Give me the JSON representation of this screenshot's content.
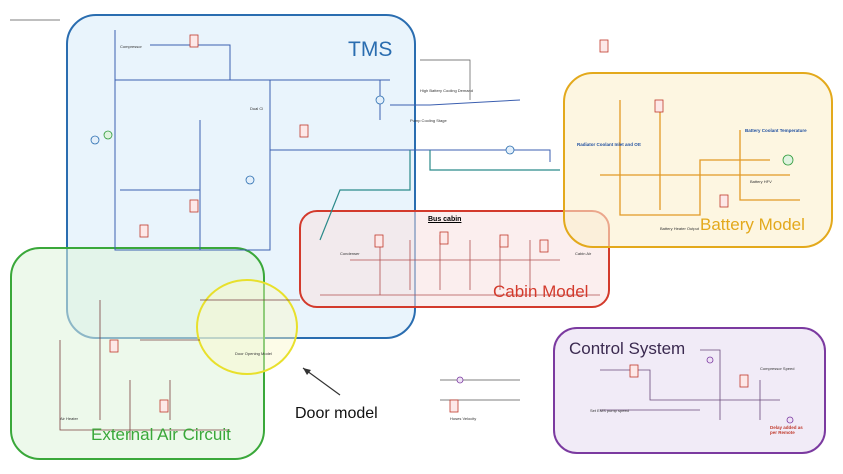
{
  "regions": {
    "tms": {
      "label": "TMS",
      "color": "#2a6db0"
    },
    "battery": {
      "label": "Battery Model",
      "color": "#e3a91c"
    },
    "cabin": {
      "label": "Cabin Model",
      "color": "#d33a2c",
      "sublabel": "Bus cabin"
    },
    "external_air": {
      "label": "External Air Circuit",
      "color": "#3aa83a"
    },
    "control": {
      "label": "Control System",
      "color": "#7b3aa0"
    },
    "door": {
      "callout": "Door model",
      "color": "#e8e02c"
    }
  },
  "annotations": {
    "radiator_coolant": "Radiator Coolant Inlet and Ott",
    "battery_coolant_temp": "Battery Coolant Temperature",
    "relay_added": "Delay added as per Remote"
  }
}
